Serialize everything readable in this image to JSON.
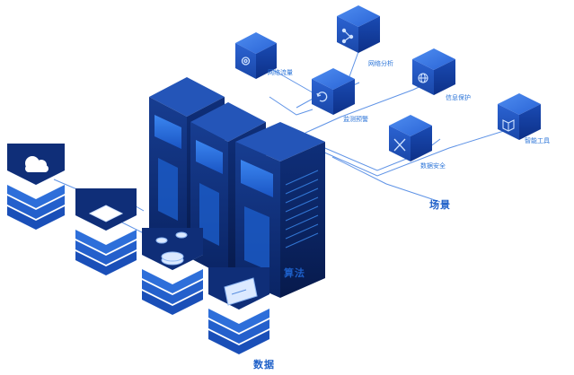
{
  "labels": {
    "mod_1": "网络流量",
    "mod_2": "网络分析",
    "mod_3": "监测预警",
    "mod_4": "信息保护",
    "mod_5": "数据安全",
    "mod_6": "智能工具",
    "algorithm": "算法",
    "scenario": "场景",
    "data": "数据"
  },
  "icons": {
    "mod_1": "gear-icon",
    "mod_2": "network-share-icon",
    "mod_3": "refresh-cycle-icon",
    "mod_4": "globe-icon",
    "mod_5": "tools-icon",
    "mod_6": "book-icon",
    "stack_1": "cloud-icon",
    "stack_2": "monitor-screen-icon",
    "stack_3": "coins-icon",
    "stack_4": "id-card-icon"
  },
  "colors": {
    "accent": "#1e64d0",
    "cube_top": "#2a6fe0",
    "cube_left": "#1a4fb8",
    "cube_right": "#0f3a94",
    "server_dark": "#0d2a6b"
  }
}
